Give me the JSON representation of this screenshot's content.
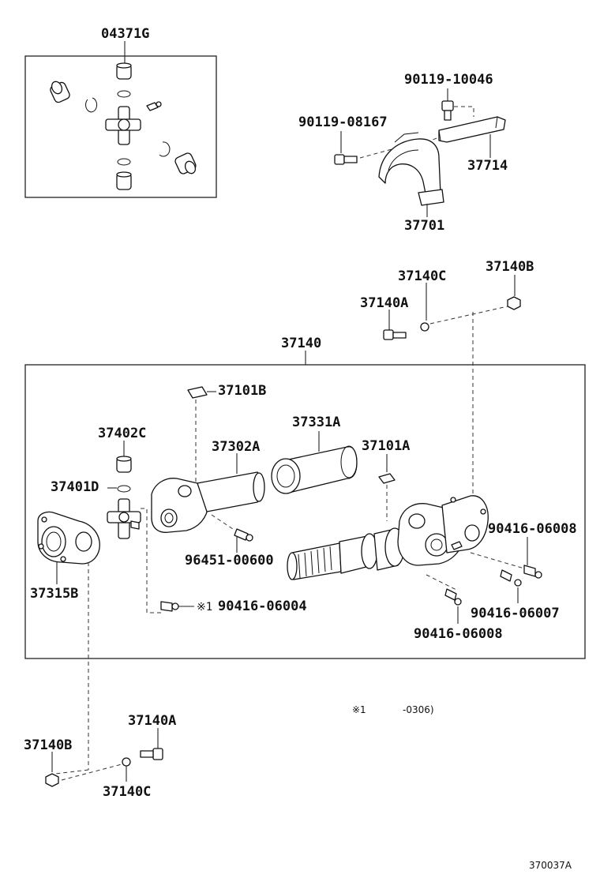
{
  "diagram": {
    "labels": {
      "kit": "04371G",
      "bolt_top_right": "90119-10046",
      "bolt_top_left": "90119-08167",
      "bracket": "37714",
      "bearing": "37701",
      "shaft_assembly": "37140",
      "p37140C_top": "37140C",
      "p37140B_top": "37140B",
      "p37140A_top": "37140A",
      "p37101B": "37101B",
      "p37331A": "37331A",
      "p37402C": "37402C",
      "p37302A": "37302A",
      "p37101A": "37101A",
      "p37401D": "37401D",
      "p90416_06008_right": "90416-06008",
      "p96451": "96451-00600",
      "p37315B": "37315B",
      "p90416_06004": "90416-06004",
      "footnote_marker": "※1",
      "p90416_06007": "90416-06007",
      "p90416_06008_bottom": "90416-06008",
      "note_marker": "※1",
      "note_code": "-0306)",
      "p37140A_bottom": "37140A",
      "p37140B_bottom": "37140B",
      "p37140C_bottom": "37140C",
      "illustration_code": "370037A"
    }
  }
}
